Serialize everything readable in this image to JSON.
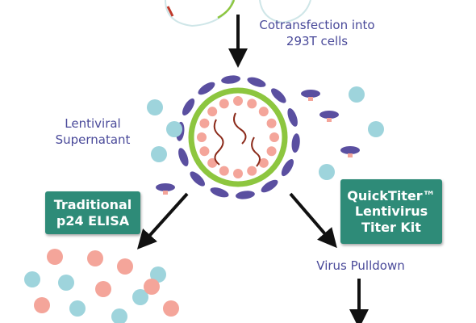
{
  "step_cotransfection": {
    "line1": "Cotransfection into",
    "line2": "293T cells"
  },
  "label_supernatant": {
    "line1": "Lentiviral",
    "line2": "Supernatant"
  },
  "box_elisa": {
    "line1": "Traditional",
    "line2": "p24 ELISA"
  },
  "box_quicktiter": {
    "line1": "QuickTiter™",
    "line2": "Lentivirus",
    "line3": "Titer Kit"
  },
  "label_pulldown": "Virus Pulldown",
  "colors": {
    "label_text": "#4a4a9a",
    "box_fill": "#2e8b78",
    "capsid_ring": "#8dc63f",
    "envelope_glycoprotein": "#5a4fa0",
    "rna": "#8b2a1a",
    "p24_particle": "#f4a59a",
    "free_particle_cyan": "#9ed4dc",
    "arrow": "#111111"
  }
}
